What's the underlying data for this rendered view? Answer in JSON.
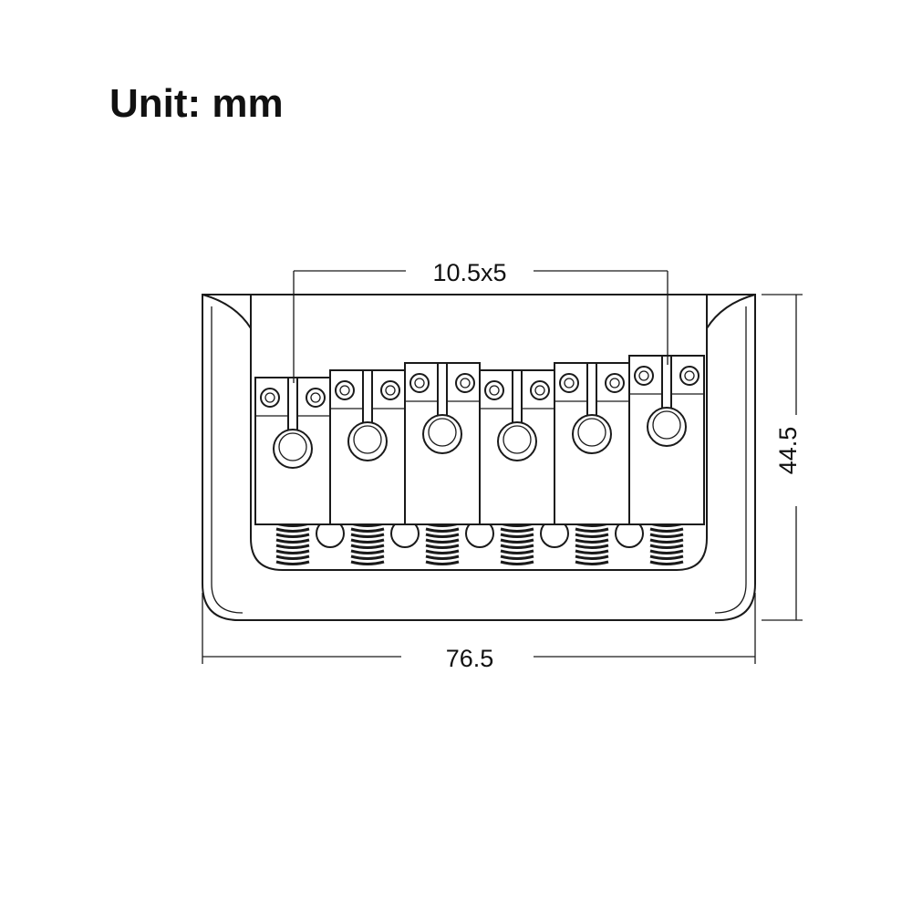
{
  "title": "Unit: mm",
  "dimensions": {
    "saddle_spacing": "10.5x5",
    "width": "76.5",
    "height": "44.5"
  },
  "saddle_count": 6,
  "colors": {
    "line": "#1a1a1a",
    "background": "#ffffff"
  }
}
